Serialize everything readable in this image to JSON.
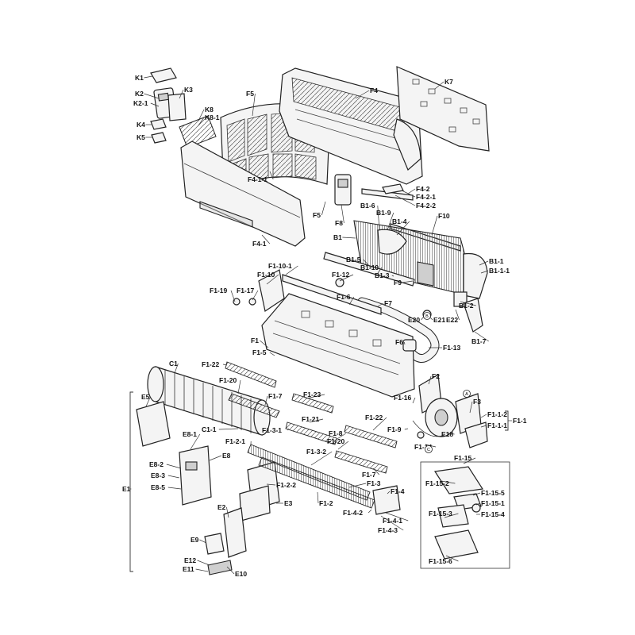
{
  "labels": {
    "K1": "K1",
    "K2": "K2",
    "K2_1": "K2-1",
    "K3": "K3",
    "K4": "K4",
    "K5": "K5",
    "K8": "K8",
    "K8_1": "K8-1",
    "F5a": "F5",
    "F4": "F4",
    "K7": "K7",
    "F4_1_1": "F4-1-1",
    "F5b": "F5",
    "F8": "F8",
    "F4_1": "F4-1",
    "F4_2": "F4-2",
    "F4_2_1": "F4-2-1",
    "F4_2_2": "F4-2-2",
    "F10": "F10",
    "B1_6": "B1-6",
    "B1_9": "B1-9",
    "B1_4": "B1-4",
    "B1": "B1",
    "B1_5": "B1-5",
    "B1_10": "B1-10",
    "B1_3": "B1-3",
    "F9": "F9",
    "B1_1": "B1-1",
    "B1_1_1": "B1-1-1",
    "F1_10_1": "F1-10-1",
    "F1_10": "F1-10",
    "F1_12": "F1-12",
    "F1_19": "F1-19",
    "F1_17": "F1-17",
    "F1_6": "F1-6",
    "F7": "F7",
    "E20": "E20",
    "E21": "E21",
    "E22": "E22",
    "B1_2": "B1-2",
    "B1_7": "B1-7",
    "F1": "F1",
    "F1_5": "F1-5",
    "F6": "F6",
    "F1_13": "F1-13",
    "C1": "C1",
    "F1_22a": "F1-22",
    "F1_20a": "F1-20",
    "F1_7a": "F1-7",
    "F1_23": "F1-23",
    "F2": "F2",
    "F1_16": "F1-16",
    "F3": "F3",
    "F1_1_2": "F1-1-2",
    "F1_1": "F1-1",
    "F1_1_1": "F1-1-1",
    "E5": "E5",
    "F1_21": "F1-21",
    "F1_22b": "F1-22",
    "F1_9": "F1-9",
    "E18": "E18",
    "C1_1": "C1-1",
    "F1_3_1": "F1-3-1",
    "E8_1": "E8-1",
    "F1_2_1": "F1-2-1",
    "F1_8": "F1-8",
    "F1_20b": "F1-20",
    "F1_14": "F1-14",
    "F1_15": "F1-15",
    "E8": "E8",
    "F1_3_2": "F1-3-2",
    "F1_7b": "F1-7",
    "E8_2": "E8-2",
    "E8_3": "E8-3",
    "E8_5": "E8-5",
    "F1_2_2": "F1-2-2",
    "F1_3": "F1-3",
    "F1_15_2": "F1-15-2",
    "E1": "E1",
    "E3": "E3",
    "F1_4": "F1-4",
    "F1_15_5": "F1-15-5",
    "F1_15_1": "F1-15-1",
    "F1_2": "F1-2",
    "F1_15_3": "F1-15-3",
    "F1_15_4": "F1-15-4",
    "E2": "E2",
    "F1_4_2": "F1-4-2",
    "F1_4_1": "F1-4-1",
    "F1_4_3": "F1-4-3",
    "E9": "E9",
    "F1_15_6": "F1-15-6",
    "E12": "E12",
    "E11": "E11",
    "E10": "E10"
  },
  "callouts": {
    "A": "A",
    "B": "B",
    "C": "C"
  }
}
